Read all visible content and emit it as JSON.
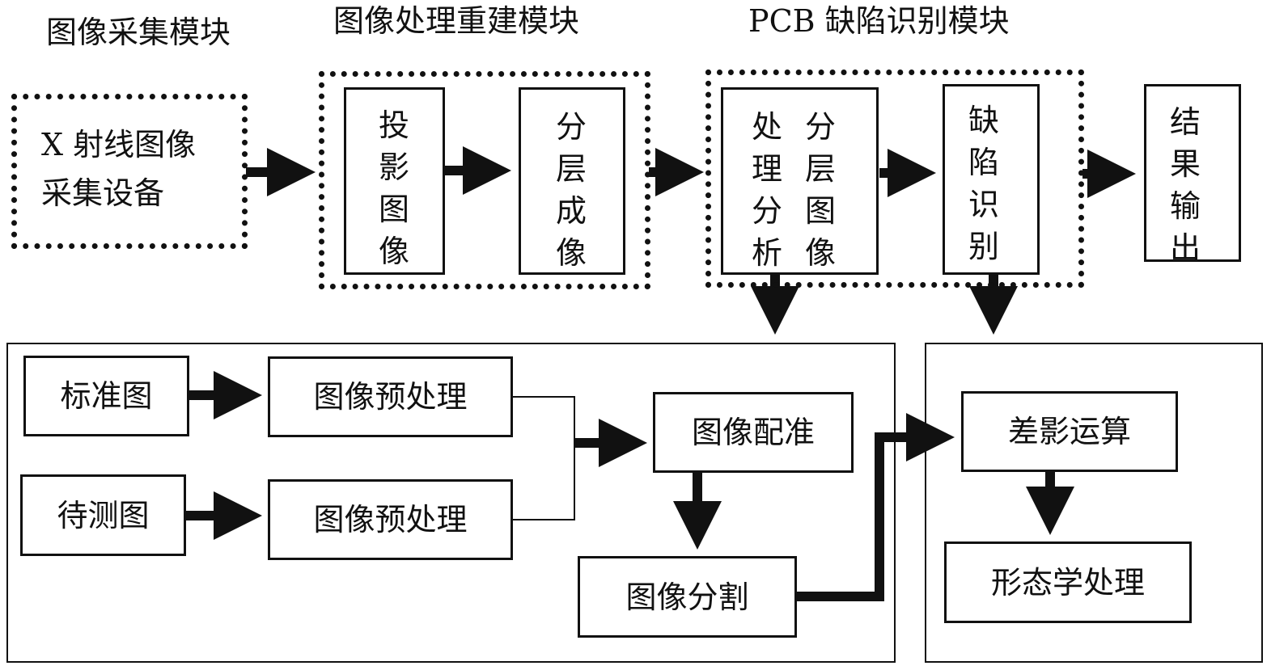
{
  "titles": {
    "acquisition": "图像采集模块",
    "processing": "图像处理重建模块",
    "pcb": "PCB 缺陷识别模块"
  },
  "top": {
    "xray_line1": "X 射线图像",
    "xray_line2": "采集设备",
    "projection": "投影图像",
    "layered_imaging": "分层成像",
    "layer_col1": "处理分析",
    "layer_col2": "分层图像",
    "defect": "缺陷识别",
    "output": "结果输出"
  },
  "left_panel": {
    "standard": "标准图",
    "preprocess_1": "图像预处理",
    "test": "待测图",
    "preprocess_2": "图像预处理",
    "registration": "图像配准",
    "segmentation": "图像分割"
  },
  "right_panel": {
    "difference": "差影运算",
    "morphology": "形态学处理"
  }
}
